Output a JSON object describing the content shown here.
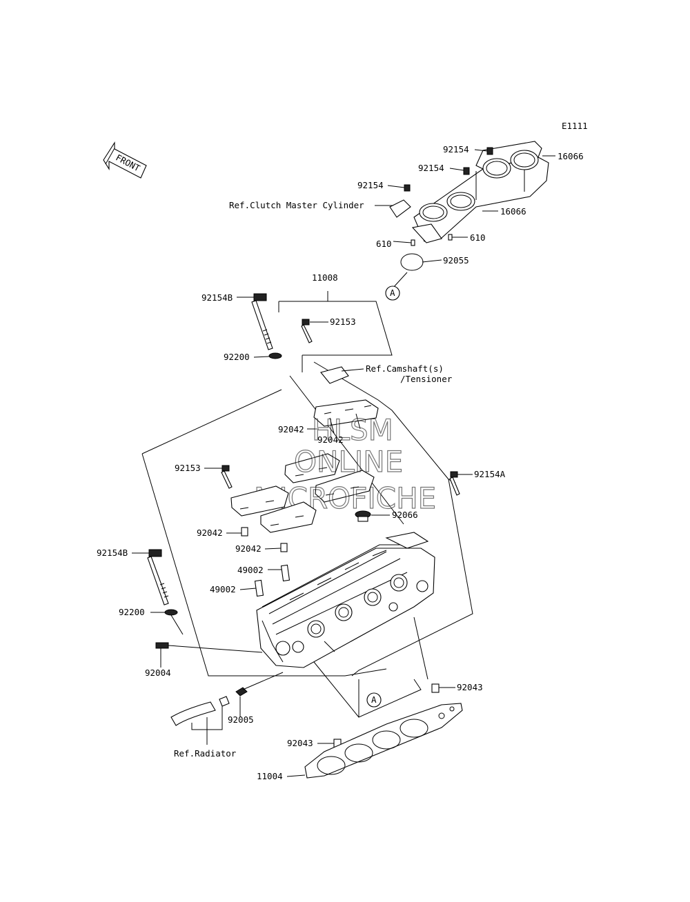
{
  "diagram_id": "E1111",
  "front_label": "FRONT",
  "watermark": [
    "HLSM",
    "ONLINE",
    "MICROFICHE"
  ],
  "callouts": {
    "c_92154_a": "92154",
    "c_92154_b": "92154",
    "c_92154_c": "92154",
    "c_16066_a": "16066",
    "c_16066_b": "16066",
    "c_ref_clutch": "Ref.Clutch Master Cylinder",
    "c_610_a": "610",
    "c_610_b": "610",
    "c_92055": "92055",
    "c_ref_a_top": "A",
    "c_11008": "11008",
    "c_92154B_top": "92154B",
    "c_92153_top": "92153",
    "c_92200_top": "92200",
    "c_ref_camshaft": "Ref.Camshaft(s)",
    "c_ref_tensioner": "/Tensioner",
    "c_92042_a": "92042",
    "c_92042_b": "92042",
    "c_92153_mid": "92153",
    "c_92154A": "92154A",
    "c_92066": "92066",
    "c_92042_c": "92042",
    "c_92042_d": "92042",
    "c_92154B_bot": "92154B",
    "c_49002_a": "49002",
    "c_49002_b": "49002",
    "c_92200_bot": "92200",
    "c_92004": "92004",
    "c_92043_a": "92043",
    "c_ref_a_bot": "A",
    "c_92005": "92005",
    "c_ref_radiator": "Ref.Radiator",
    "c_92043_b": "92043",
    "c_11004": "11004"
  }
}
